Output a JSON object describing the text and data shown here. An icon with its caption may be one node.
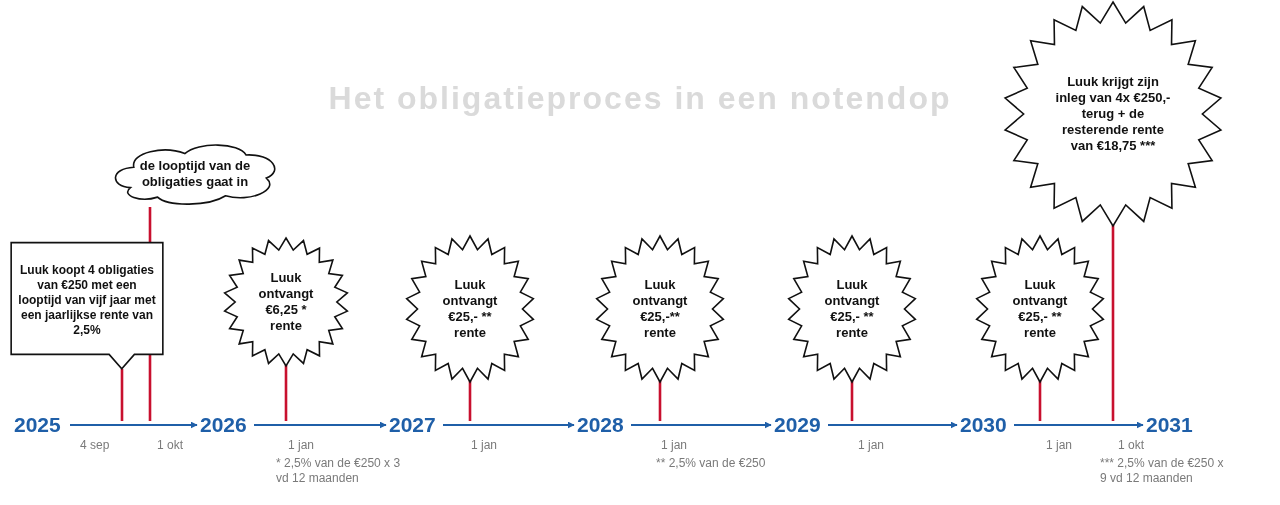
{
  "diagram": {
    "title": "Het obligatieproces in een notendop",
    "nodes": [
      {
        "text": [
          "2025"
        ]
      },
      {
        "text": [
          "Luuk koopt 4 obligaties van €250 met een looptijd van vijf jaar met een jaarlijkse rente van 2,5%"
        ]
      },
      {
        "text": [
          "de looptijd van de obligaties gaat in"
        ]
      },
      {
        "text": [
          "2026"
        ]
      },
      {
        "text": [
          "Luuk ontvangt €6,25 * rente"
        ]
      },
      {
        "text": [
          "2027"
        ]
      },
      {
        "text": [
          "Luuk ontvangt €25,- ** rente"
        ]
      },
      {
        "text": [
          "2028"
        ]
      },
      {
        "text": [
          "Luuk ontvangt €25,-** rente"
        ]
      },
      {
        "text": [
          "2029"
        ]
      },
      {
        "text": [
          "Luuk ontvangt €25,- ** rente"
        ]
      },
      {
        "text": [
          "2030"
        ]
      },
      {
        "text": [
          "Luuk ontvangt €25,- ** rente"
        ]
      },
      {
        "text": [
          "Luuk krijgt zijn inleg van 4x €250,- terug + de resterende rente van €18,75 ***"
        ]
      },
      {
        "text": [
          "2031"
        ]
      }
    ],
    "edges": [
      {
        "from": 0,
        "to": 3,
        "arrow": "to",
        "color": "#1f5fa8"
      },
      {
        "from": 1,
        "to": null,
        "arrow": "none"
      },
      {
        "from": 2,
        "to": null,
        "arrow": "none"
      },
      {
        "from": 3,
        "to": 5,
        "arrow": "to",
        "color": "#1f5fa8"
      },
      {
        "from": 4,
        "to": null,
        "arrow": "none"
      },
      {
        "from": 5,
        "to": 7,
        "arrow": "to",
        "color": "#1f5fa8"
      },
      {
        "from": 6,
        "to": null,
        "arrow": "none"
      },
      {
        "from": 7,
        "to": 9,
        "arrow": "to",
        "color": "#1f5fa8"
      },
      {
        "from": 8,
        "to": null,
        "arrow": "none"
      },
      {
        "from": 9,
        "to": 11,
        "arrow": "to",
        "color": "#1f5fa8"
      },
      {
        "from": 10,
        "to": null,
        "arrow": "none"
      },
      {
        "from": 11,
        "to": 14,
        "arrow": "to",
        "color": "#1f5fa8"
      },
      {
        "from": 12,
        "to": null,
        "arrow": "none"
      },
      {
        "from": 13,
        "to": null,
        "arrow": "none"
      }
    ],
    "labels": [
      "4 sep",
      "1 okt",
      "1 jan",
      "* 2,5% van de €250 x 3 vd 12 maanden",
      "1 jan",
      "1 jan",
      "** 2,5% van de €250",
      "1 jan",
      "1 jan",
      "1 okt",
      "*** 2,5% van de €250 x 9 vd 12 maanden"
    ]
  }
}
